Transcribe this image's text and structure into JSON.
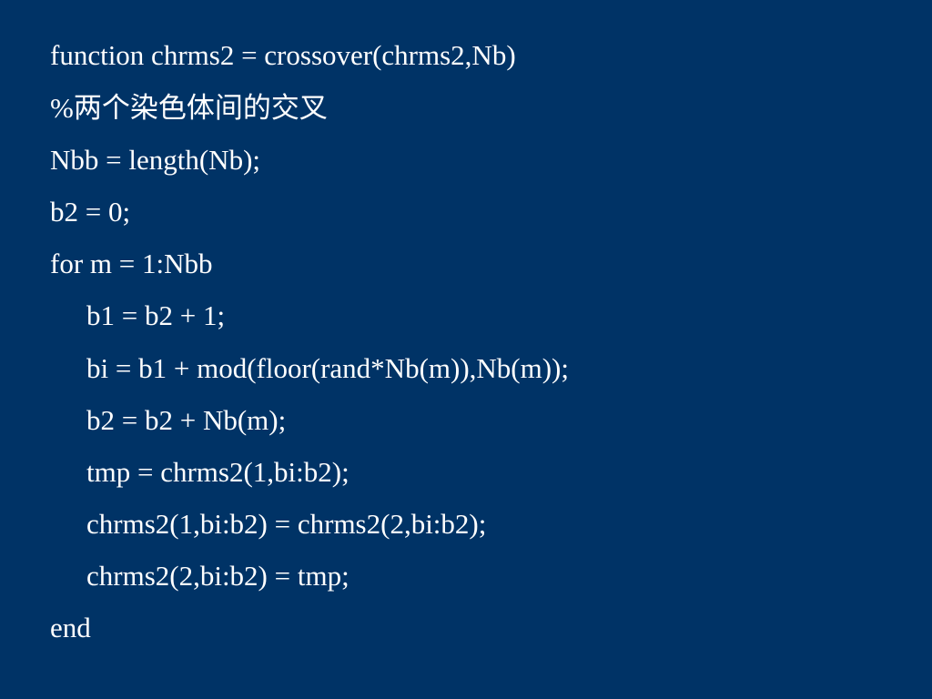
{
  "slide": {
    "background_color": "#003366",
    "text_color": "#ffffff",
    "lines": [
      "function chrms2 = crossover(chrms2,Nb)",
      "%两个染色体间的交叉",
      "Nbb = length(Nb);",
      "b2 = 0;",
      "for m = 1:Nbb",
      "b1 = b2 + 1;",
      "bi = b1 + mod(floor(rand*Nb(m)),Nb(m));",
      "b2 = b2 + Nb(m);",
      "tmp = chrms2(1,bi:b2);",
      "chrms2(1,bi:b2) = chrms2(2,bi:b2);",
      "chrms2(2,bi:b2) = tmp;",
      "end"
    ]
  }
}
